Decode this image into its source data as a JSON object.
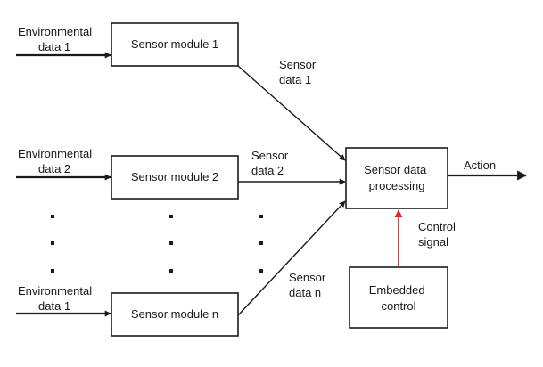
{
  "colors": {
    "line": "#1a1a1a",
    "control_arrow": "#e0262b",
    "box_fill": "#ffffff"
  },
  "inputs": {
    "env_1": [
      "Environmental",
      "data 1"
    ],
    "env_2": [
      "Environmental",
      "data 2"
    ],
    "env_n": [
      "Environmental",
      "data 1"
    ]
  },
  "modules": {
    "module_1": "Sensor module 1",
    "module_2": "Sensor module 2",
    "module_n": "Sensor module n"
  },
  "edges": {
    "sensor_data_1": [
      "Sensor",
      "data 1"
    ],
    "sensor_data_2": [
      "Sensor",
      "data 2"
    ],
    "sensor_data_n": [
      "Sensor",
      "data n"
    ],
    "control_signal": [
      "Control",
      "signal"
    ],
    "action": "Action"
  },
  "processing": [
    "Sensor data",
    "processing"
  ],
  "embedded": [
    "Embedded",
    "control"
  ]
}
